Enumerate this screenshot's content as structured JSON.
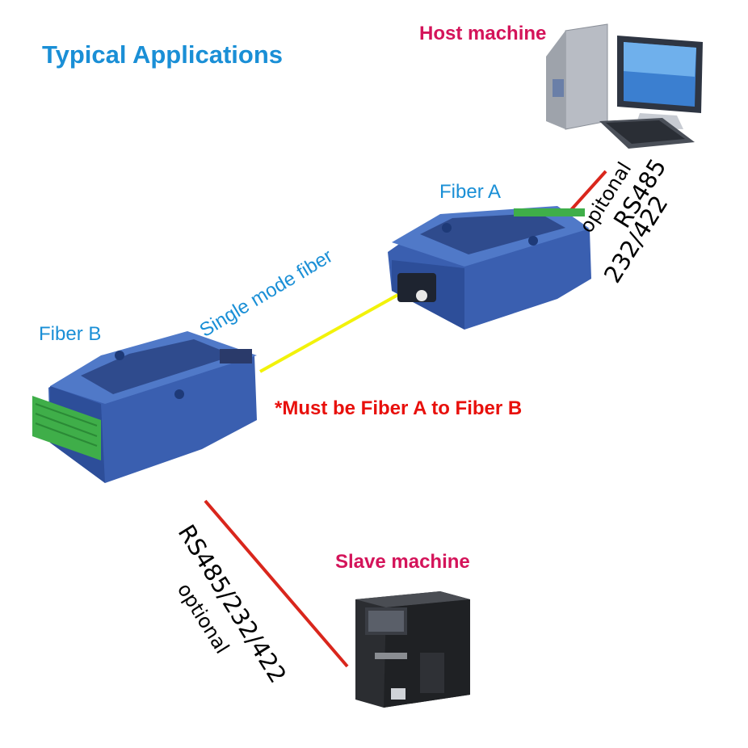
{
  "title": "Typical Applications",
  "host": {
    "label": "Host machine",
    "interface_optional": "opitonal",
    "interface_line1": "RS485",
    "interface_line2": "232/422"
  },
  "slave": {
    "label": "Slave machine",
    "interface": "RS485/232/422",
    "interface_optional": "optional"
  },
  "fiber_a": {
    "label": "Fiber A"
  },
  "fiber_b": {
    "label": "Fiber B"
  },
  "fiber_cable": {
    "label": "Single mode fiber"
  },
  "note": "*Must be Fiber A to Fiber B",
  "colors": {
    "title": "#1a8fd6",
    "machine_label": "#d4145a",
    "note": "#e8100c",
    "fiber_label": "#1a8fd6",
    "device_blue": "#3a5fb0",
    "terminal_green": "#3fae49",
    "fiber_cable": "#f2f20a",
    "serial_line": "#d9261c"
  },
  "icons": [
    "desktop-computer-icon",
    "plc-controller-icon",
    "fiber-modem-a-icon",
    "fiber-modem-b-icon"
  ]
}
